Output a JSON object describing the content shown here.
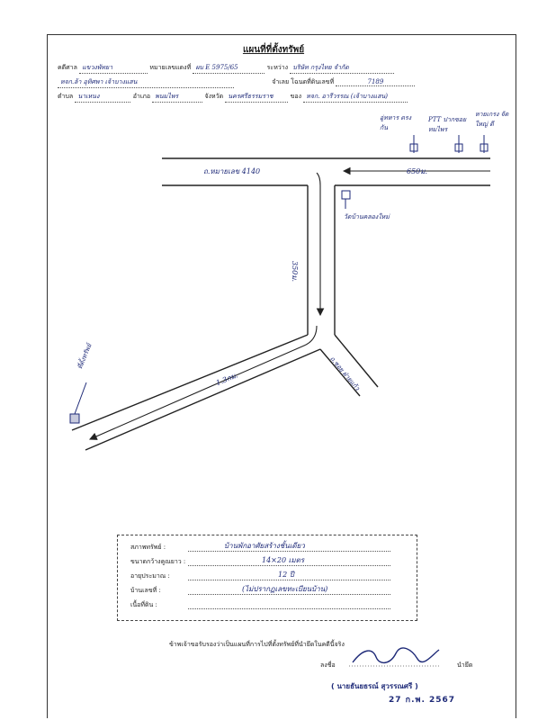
{
  "doc": {
    "title": "แผนที่ที่ตั้งทรัพย์"
  },
  "header": {
    "case_label": "คดีศาล",
    "case_value": "แขวงพัทยา",
    "black_no_label": "หมายเลขแดงที่",
    "black_no_value": "ผบ E 5975/65",
    "between_label": "ระหว่าง",
    "plaintiff_value": "บริษัท กรุงไทย จำกัด",
    "defendant_value": "หจก.ล้า อุทิศพา เจ้าบางแสน",
    "deed_label": "จำเลย",
    "deed_no_label": "โฉนดที่ดินเลขที่",
    "deed_no_value": "7189",
    "subdistrict_label": "ตำบล",
    "subdistrict_value": "นาเหนง",
    "district_label": "อำเภอ",
    "district_value": "พนมไพร",
    "province_label": "จังหวัด",
    "province_value": "นครศรีธรรมราช",
    "owner_label": "ของ",
    "owner_value": "หจก. อารีวรรณ (เจ้าบางแสน)"
  },
  "map": {
    "landmark_1": "อู่ทหาร ตรงกัน",
    "landmark_2": "PTT ปากซอย ทมไพร",
    "landmark_3": "หายเกรง จัดใหญ่ ดี",
    "main_road": "ถ.หมายเลข 4140",
    "dist_650": "650ม.",
    "dist_350": "350ม.",
    "dist_13": "1.3กม.",
    "temple": "วัดบ้านคลองใหม่",
    "side_road": "ถ.ซอย ฝ่ายแก้ว",
    "property": "ที่ตั้งทรัพย์"
  },
  "info": {
    "condition_label": "สภาพทรัพย์ :",
    "condition_value": "บ้านพักอาศัยสร้างชั้นเดียว",
    "size_label": "ขนาดกว้างคูณยาว :",
    "size_value": "14×20 เมตร",
    "age_label": "อายุประมาณ :",
    "age_value": "12 ปี",
    "house_no_label": "บ้านเลขที่ :",
    "house_no_value": "(ไม่ปรากฏเลขทะเบียนบ้าน)",
    "area_label": "เนื้อที่ดิน :",
    "area_value": ""
  },
  "footer": {
    "certify_text": "ข้าพเจ้าขอรับรองว่าเป็นแผนที่การไปที่ตั้งทรัพย์ที่นำยึดในคดีนี้จริง",
    "sign_label": "ลงชื่อ",
    "sign_role": "นำยึด",
    "signer_name": "( นายธันยธรณ์ สุวรรณศรี )",
    "date_stamp": "27 ก.พ. 2567"
  }
}
